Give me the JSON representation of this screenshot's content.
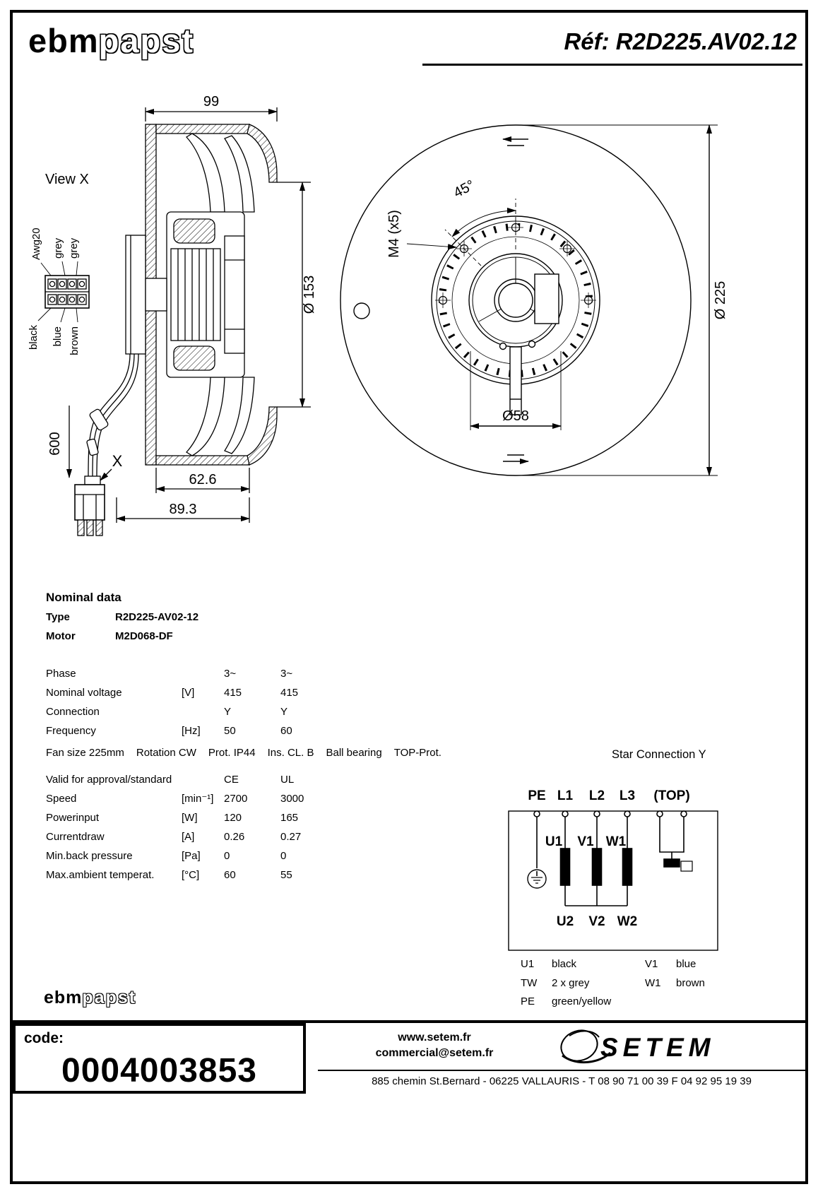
{
  "header": {
    "logo_ebm": "ebm",
    "logo_papst": "papst",
    "ref": "Réf: R2D225.AV02.12"
  },
  "side_view": {
    "dim_width_top": "99",
    "view_label": "View X",
    "wire_top": [
      "Awg20",
      "grey",
      "grey"
    ],
    "wire_bottom": [
      "black",
      "blue",
      "brown"
    ],
    "dim_cable": "600",
    "x_label": "X",
    "dim_inlet": "Ø 153",
    "dim_depth1": "62.6",
    "dim_depth2": "89.3"
  },
  "front_view": {
    "dim_angle": "45°",
    "screw_label": "M4 (x5)",
    "dim_hub": "Ø58",
    "dim_outer": "Ø 225"
  },
  "nominal": {
    "title": "Nominal data",
    "type_label": "Type",
    "type_value": "R2D225-AV02-12",
    "motor_label": "Motor",
    "motor_value": "M2D068-DF",
    "rows1": [
      {
        "label": "Phase",
        "unit": "",
        "v50": "3~",
        "v60": "3~"
      },
      {
        "label": "Nominal voltage",
        "unit": "[V]",
        "v50": "415",
        "v60": "415"
      },
      {
        "label": "Connection",
        "unit": "",
        "v50": "Y",
        "v60": "Y"
      },
      {
        "label": "Frequency",
        "unit": "[Hz]",
        "v50": "50",
        "v60": "60"
      }
    ],
    "features": [
      "Fan size 225mm",
      "Rotation CW",
      "Prot. IP44",
      "Ins. CL. B",
      "Ball bearing",
      "TOP-Prot."
    ],
    "rows2": [
      {
        "label": "Valid for approval/standard",
        "unit": "",
        "v50": "CE",
        "v60": "UL"
      },
      {
        "label": "Speed",
        "unit": "[min⁻¹]",
        "v50": "2700",
        "v60": "3000"
      },
      {
        "label": "Powerinput",
        "unit": "[W]",
        "v50": "120",
        "v60": "165"
      },
      {
        "label": "Currentdraw",
        "unit": "[A]",
        "v50": "0.26",
        "v60": "0.27"
      },
      {
        "label": "Min.back pressure",
        "unit": "[Pa]",
        "v50": "0",
        "v60": "0"
      },
      {
        "label": "Max.ambient temperat.",
        "unit": "[°C]",
        "v50": "60",
        "v60": "55"
      }
    ]
  },
  "wiring": {
    "title": "Star Connection Y",
    "terminals": [
      "PE",
      "L1",
      "L2",
      "L3",
      "(TOP)"
    ],
    "winding_top": [
      "U1",
      "V1",
      "W1"
    ],
    "winding_bottom": [
      "U2",
      "V2",
      "W2"
    ],
    "legend_left": [
      {
        "key": "U1",
        "value": "black"
      },
      {
        "key": "TW",
        "value": "2 x grey"
      },
      {
        "key": "PE",
        "value": "green/yellow"
      }
    ],
    "legend_right": [
      {
        "key": "V1",
        "value": "blue"
      },
      {
        "key": "W1",
        "value": "brown"
      }
    ]
  },
  "footer": {
    "logo_ebm": "ebm",
    "logo_papst": "papst",
    "code_label": "code:",
    "code_value": "0004003853",
    "website": "www.setem.fr",
    "email": "commercial@setem.fr",
    "address": "885 chemin St.Bernard  -  06225 VALLAURIS  -  T 08 90 71 00 39   F 04 92 95 19 39",
    "brand": "SETEM"
  }
}
